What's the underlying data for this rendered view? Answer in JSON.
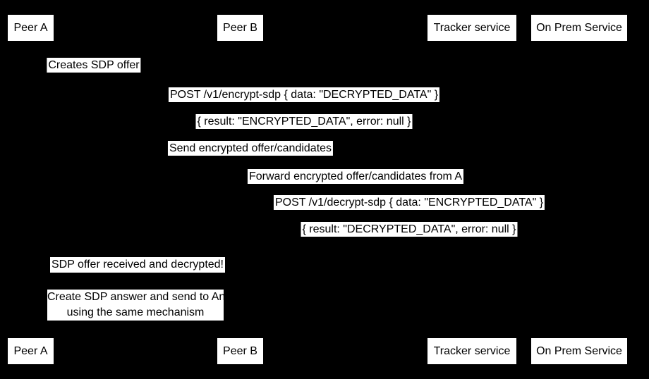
{
  "diagram": {
    "type": "sequence-diagram",
    "participants": [
      "Peer A",
      "Peer B",
      "Tracker service",
      "On Prem Service"
    ],
    "messages": [
      "Creates SDP offer",
      "POST /v1/encrypt-sdp { data: \"DECRYPTED_DATA\" }",
      "{ result: \"ENCRYPTED_DATA\", error: null }",
      "Send encrypted offer/candidates",
      "Forward encrypted offer/candidates from A",
      "POST /v1/decrypt-sdp { data: \"ENCRYPTED_DATA\" }",
      "{ result: \"DECRYPTED_DATA\", error: null }",
      "SDP offer received and decrypted!"
    ],
    "note_lines": [
      "Create SDP answer and send to An",
      "using the same mechanism"
    ]
  },
  "colors": {
    "background": "#000000",
    "label_background": "#ffffff",
    "label_text": "#000000"
  }
}
